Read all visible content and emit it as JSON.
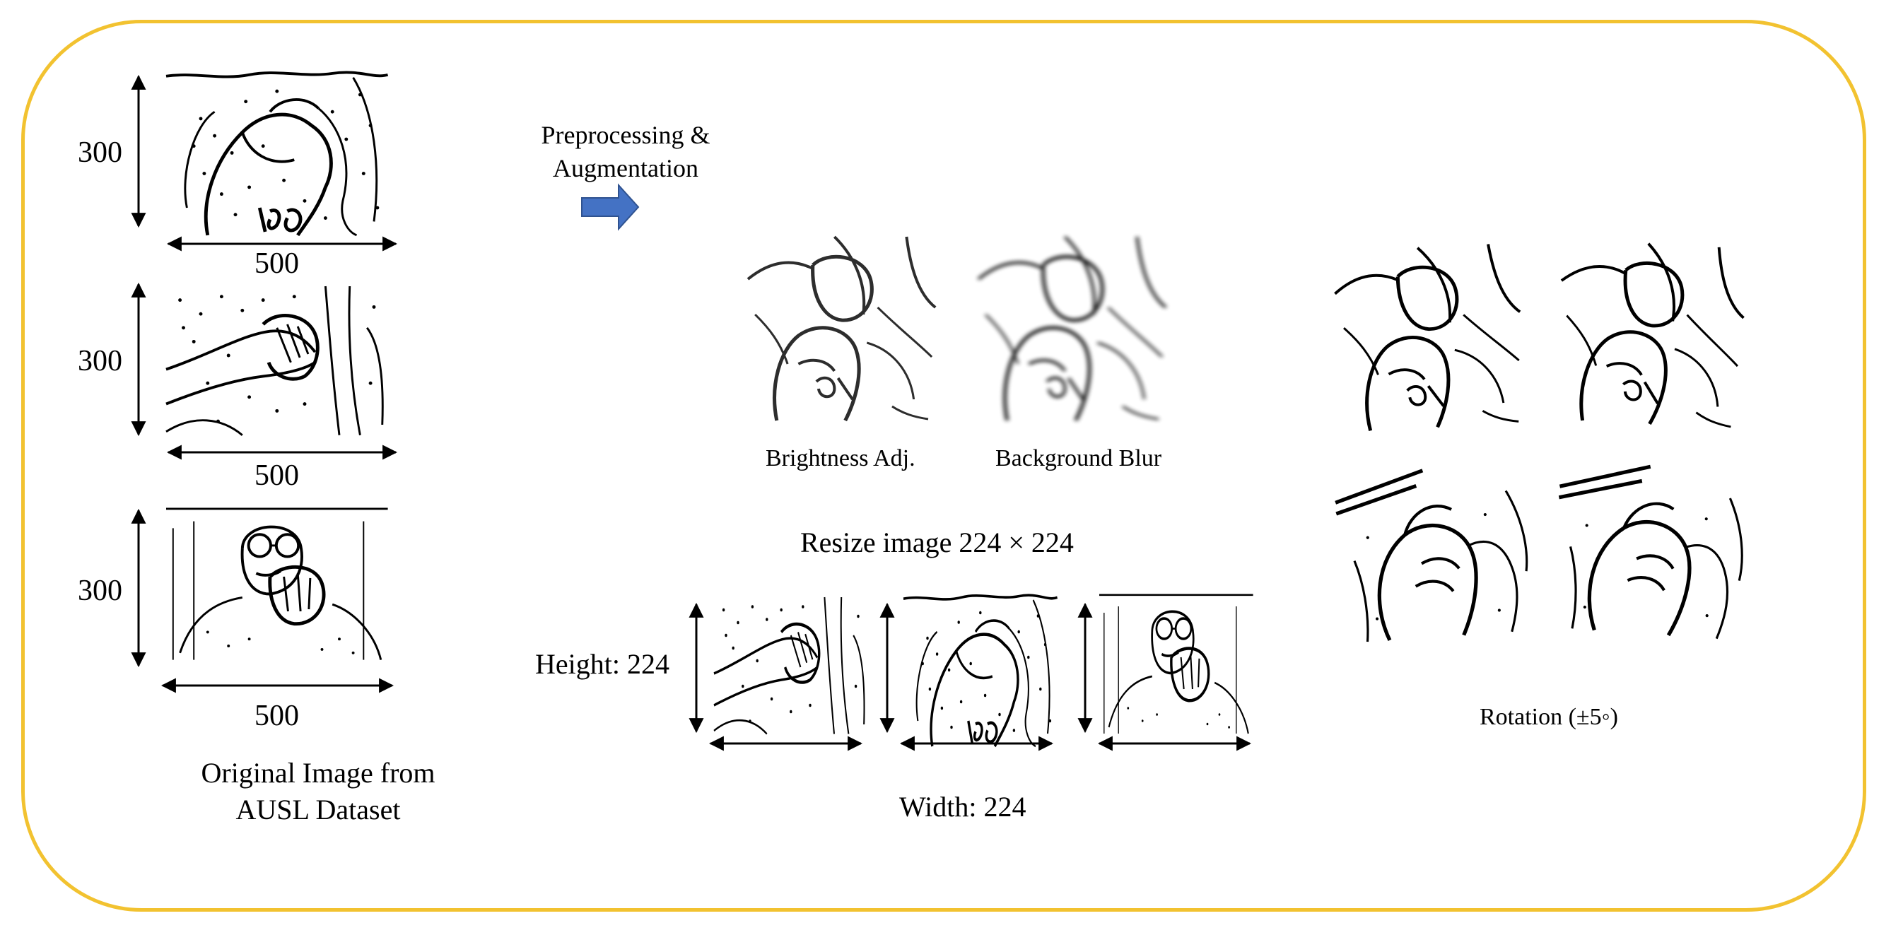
{
  "original": {
    "caption_line1": "Original Image from",
    "caption_line2": "AUSL Dataset",
    "samples": [
      {
        "height": "300",
        "width": "500"
      },
      {
        "height": "300",
        "width": "500"
      },
      {
        "height": "300",
        "width": "500"
      }
    ]
  },
  "step": {
    "line1": "Preprocessing &",
    "line2": "Augmentation"
  },
  "augment": {
    "brightness": "Brightness Adj.",
    "blur": "Background Blur"
  },
  "resize": {
    "title": "Resize image 224 × 224",
    "height": "Height: 224",
    "width": "Width: 224"
  },
  "rotation": {
    "caption": "Rotation (±5◦)"
  },
  "colors": {
    "frame": "#f2c230",
    "arrow": "#4472c4"
  }
}
